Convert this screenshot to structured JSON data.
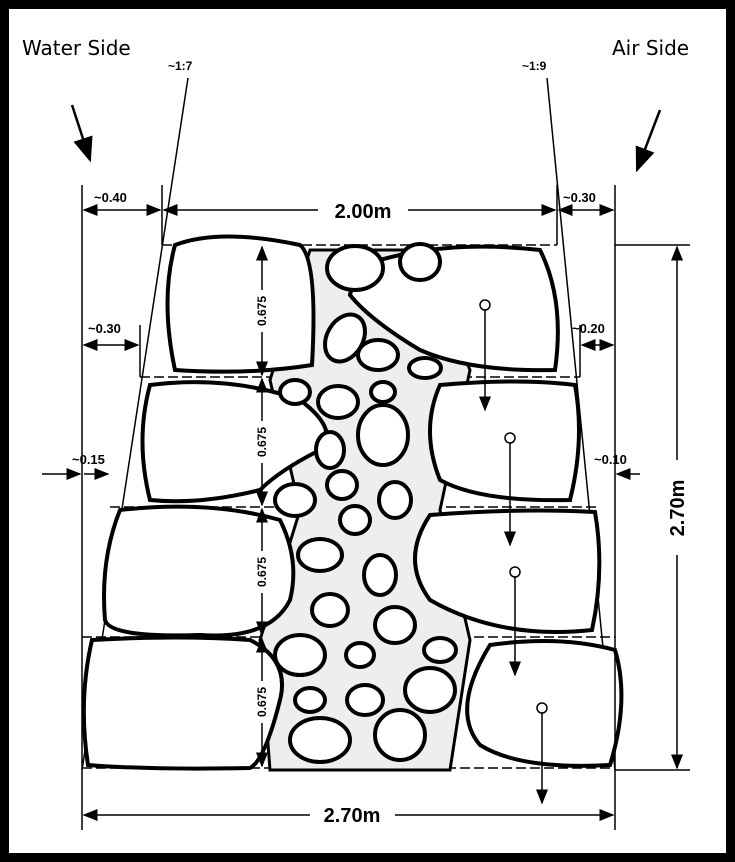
{
  "labels": {
    "water_side": "Water Side",
    "air_side": "Air Side",
    "batter_water": "~1:7",
    "batter_air": "~1:9",
    "top_left_offset": "~0.40",
    "top_width": "2.00m",
    "top_right_offset": "~0.30",
    "course1_left_offset": "~0.30",
    "course1_right_offset": "~0.20",
    "course2_left_offset": "~0.15",
    "course2_right_offset": "~0.10",
    "course_heights": [
      "0.675",
      "0.675",
      "0.675",
      "0.675"
    ],
    "total_height": "2.70m",
    "base_width": "2.70m"
  },
  "colors": {
    "line": "#000000",
    "background": "#ffffff",
    "rubble_fill": "#eeeeee"
  }
}
